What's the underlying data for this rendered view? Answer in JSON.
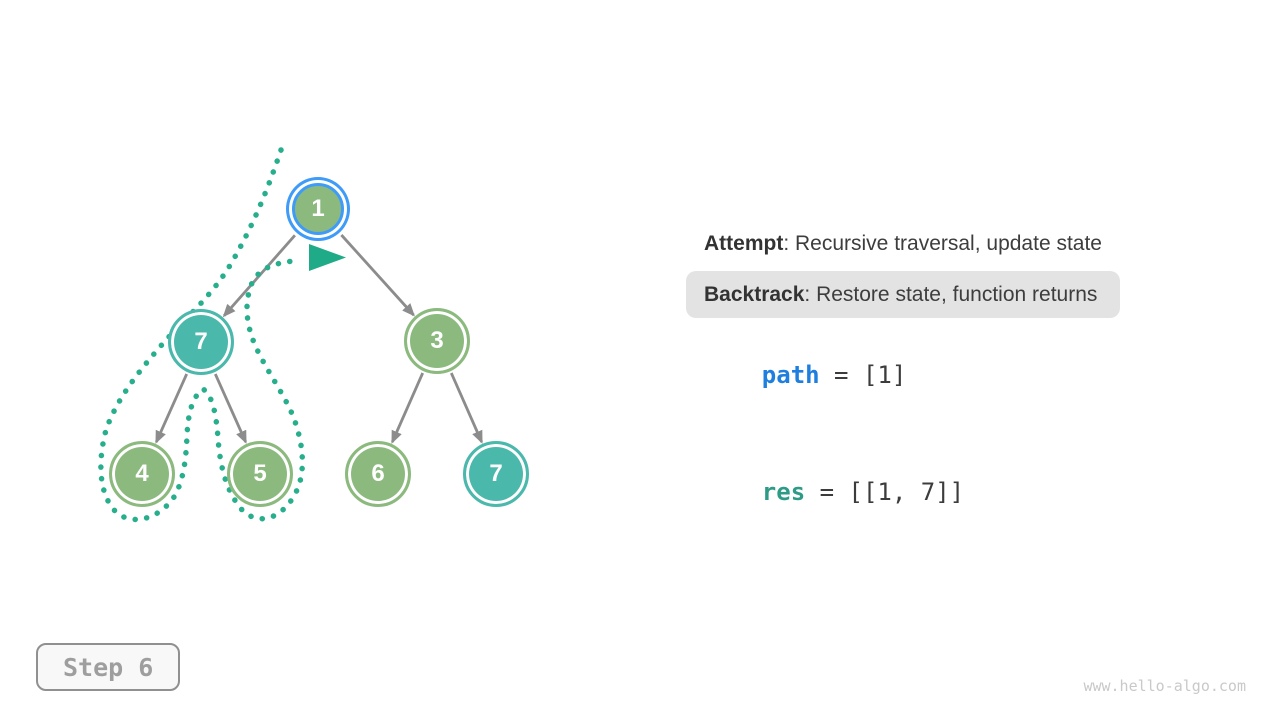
{
  "page": {
    "watermark": "www.hello-algo.com",
    "background": "#ffffff"
  },
  "step_indicator": {
    "label": "Step 6"
  },
  "legend": {
    "attempt": {
      "term": "Attempt",
      "description": ": Recursive traversal, update state",
      "highlighted": false
    },
    "backtrack": {
      "term": "Backtrack",
      "description": ": Restore state, function returns",
      "highlighted": true
    }
  },
  "variables": {
    "path": {
      "keyword": "path",
      "rest": " = [1]"
    },
    "res": {
      "keyword": "res",
      "rest": " = [[1, 7]]"
    }
  },
  "tree": {
    "nodes": [
      {
        "label": "1",
        "role": "current-backtrack-node",
        "fill": "#8cba7e",
        "ring": "#3e9bf7",
        "outer_ring": "#3e9bf7"
      },
      {
        "label": "7",
        "role": "in-path",
        "fill": "#4bb8ac",
        "ring": "#4bb8ac"
      },
      {
        "label": "3",
        "role": "unvisited",
        "fill": "#8cba7e",
        "ring": "#8cba7e"
      },
      {
        "label": "4",
        "role": "visited",
        "fill": "#8cba7e",
        "ring": "#8cba7e"
      },
      {
        "label": "5",
        "role": "visited",
        "fill": "#8cba7e",
        "ring": "#8cba7e"
      },
      {
        "label": "6",
        "role": "unvisited",
        "fill": "#8cba7e",
        "ring": "#8cba7e"
      },
      {
        "label": "7",
        "role": "result-node",
        "fill": "#4bb8ac",
        "ring": "#4bb8ac"
      }
    ],
    "edges": [
      {
        "from": "1",
        "to": "7"
      },
      {
        "from": "1",
        "to": "3"
      },
      {
        "from": "7",
        "to": "4"
      },
      {
        "from": "7",
        "to": "5"
      },
      {
        "from": "3",
        "to": "6"
      },
      {
        "from": "3",
        "to": "7"
      }
    ],
    "traversal_trail": "dotted backtracking trail looping around nodes 7, 4, 5 and returning to node 1"
  },
  "colors": {
    "node_green": "#8cba7e",
    "node_teal": "#4bb8ac",
    "current_node_ring_blue": "#3e9bf7",
    "trail_teal": "#27ae8c",
    "edge_gray": "#8c8c8c",
    "keyword_path_blue": "#1e7fdf",
    "keyword_res_teal": "#2e9b87",
    "highlight_gray": "#e3e3e3",
    "text_dark": "#3d3d3d"
  }
}
